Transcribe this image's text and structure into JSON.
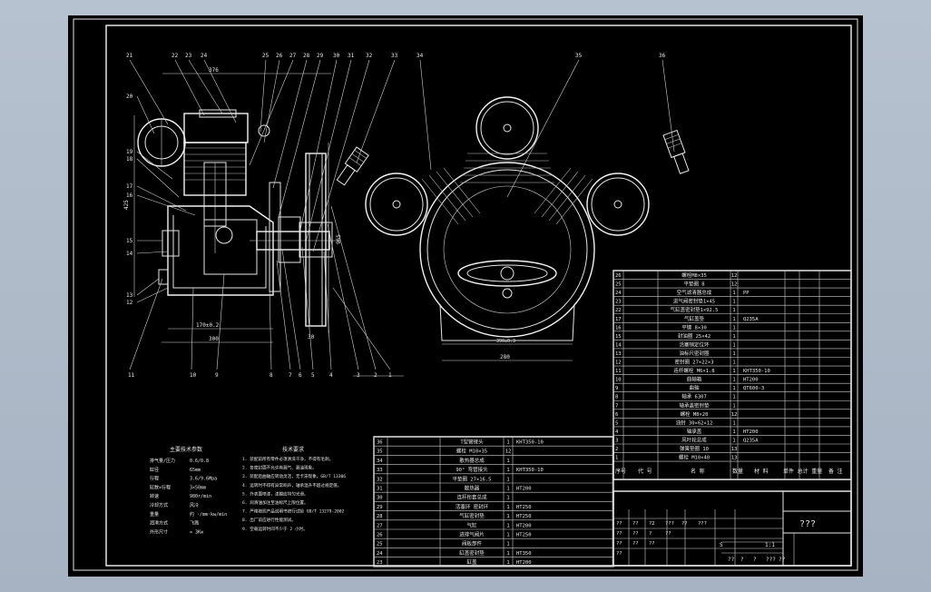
{
  "drawing": {
    "title_block_name": "???",
    "title_block_marks": [
      "??",
      "?",
      "?",
      "???",
      "??"
    ],
    "scale_marks": [
      "1:1",
      "S"
    ],
    "sign_rows": [
      [
        "??",
        "??",
        "?2",
        "???",
        "??",
        "???"
      ],
      [
        "??",
        "??",
        "?",
        "??"
      ],
      [
        "??",
        "??",
        "??"
      ],
      [
        "??"
      ]
    ]
  },
  "callouts": {
    "left_top": [
      "21",
      "22",
      "23",
      "24",
      "25",
      "26",
      "27",
      "28",
      "29",
      "30",
      "31",
      "32",
      "33",
      "34",
      "35",
      "36"
    ],
    "left_side": [
      "20",
      "19",
      "18",
      "17",
      "16",
      "15",
      "14",
      "13",
      "12"
    ],
    "bottom": [
      "11",
      "10",
      "9",
      "8",
      "7",
      "6",
      "5",
      "4",
      "3",
      "2",
      "1"
    ]
  },
  "dimensions": {
    "top_width": "376",
    "left_height": "425",
    "cyl_dia": "170±0.2",
    "base_width": "300",
    "right_height": "965",
    "shaft": "30",
    "front_bolt": "390±0.3",
    "front_width": "280"
  },
  "parts_right": [
    {
      "no": "26",
      "name": "螺栓M8×35",
      "qty": "12",
      "material": ""
    },
    {
      "no": "25",
      "name": "平垫圈 8",
      "qty": "12",
      "material": ""
    },
    {
      "no": "24",
      "name": "空气滤清器总成",
      "qty": "1",
      "material": "PP"
    },
    {
      "no": "23",
      "name": "进气阀密封垫1×45",
      "qty": "1",
      "material": ""
    },
    {
      "no": "22",
      "name": "气缸盖密封垫1×92.5",
      "qty": "1",
      "material": ""
    },
    {
      "no": "17",
      "name": "气缸盖垫",
      "qty": "1",
      "material": "Q235A"
    },
    {
      "no": "16",
      "name": "平键 8×30",
      "qty": "1",
      "material": ""
    },
    {
      "no": "15",
      "name": "封油圈 25×42",
      "qty": "1",
      "material": ""
    },
    {
      "no": "14",
      "name": "活塞销定位环",
      "qty": "1",
      "material": ""
    },
    {
      "no": "13",
      "name": "油标尺密封圈",
      "qty": "1",
      "material": ""
    },
    {
      "no": "12",
      "name": "密封圈 27×22×3",
      "qty": "1",
      "material": ""
    },
    {
      "no": "11",
      "name": "连杆螺栓 M6×1.8",
      "qty": "1",
      "material": "KHT350-10"
    },
    {
      "no": "10",
      "name": "曲轴箱",
      "qty": "1",
      "material": "HT200"
    },
    {
      "no": "9",
      "name": "曲轴",
      "qty": "1",
      "material": "QT600-3"
    },
    {
      "no": "8",
      "name": "轴承 6307",
      "qty": "1",
      "material": ""
    },
    {
      "no": "7",
      "name": "轴承盖密封垫",
      "qty": "1",
      "material": ""
    },
    {
      "no": "6",
      "name": "螺栓 M8×20",
      "qty": "12",
      "material": ""
    },
    {
      "no": "5",
      "name": "油封 30×62×12",
      "qty": "1",
      "material": ""
    },
    {
      "no": "4",
      "name": "轴承盖",
      "qty": "1",
      "material": "HT200"
    },
    {
      "no": "3",
      "name": "风叶轮总成",
      "qty": "1",
      "material": "Q235A"
    },
    {
      "no": "2",
      "name": "弹簧垫圈 10",
      "qty": "13",
      "material": ""
    },
    {
      "no": "1",
      "name": "螺栓 M10×40",
      "qty": "13",
      "material": ""
    }
  ],
  "parts_right_header": [
    "序号",
    "代  号",
    "名  称",
    "数量",
    "材  料",
    "单件 总计 重量",
    "备  注"
  ],
  "parts_left": [
    {
      "no": "36",
      "name": "T型管接头",
      "qty": "1",
      "material": "KHT350-10"
    },
    {
      "no": "35",
      "name": "螺栓 M10×35",
      "qty": "12",
      "material": ""
    },
    {
      "no": "34",
      "name": "散热器总成",
      "qty": "1",
      "material": ""
    },
    {
      "no": "33",
      "name": "90° 弯管接头",
      "qty": "1",
      "material": "KHT350-10"
    },
    {
      "no": "32",
      "name": "平垫圈 27×16.5",
      "qty": "1",
      "material": ""
    },
    {
      "no": "31",
      "name": "散热器",
      "qty": "1",
      "material": "HT200"
    },
    {
      "no": "30",
      "name": "连杆衔套总成",
      "qty": "1",
      "material": ""
    },
    {
      "no": "29",
      "name": "活塞环 密封环",
      "qty": "1",
      "material": "HT250"
    },
    {
      "no": "28",
      "name": "气缸密封垫",
      "qty": "1",
      "material": "HT250"
    },
    {
      "no": "27",
      "name": "气缸",
      "qty": "1",
      "material": "HT200"
    },
    {
      "no": "26",
      "name": "进排气阀片",
      "qty": "1",
      "material": "HT250"
    },
    {
      "no": "25",
      "name": "阀板部件",
      "qty": "1",
      "material": ""
    },
    {
      "no": "24",
      "name": "缸盖密封垫",
      "qty": "1",
      "material": "HT350"
    },
    {
      "no": "23",
      "name": "缸盖",
      "qty": "1",
      "material": "HT200"
    }
  ],
  "notes_title": "技术要求",
  "spec_title": "主要技术参数",
  "spec_rows": [
    [
      "排气量/压力",
      "0.6/0.8"
    ],
    [
      "缸径",
      "65mm"
    ],
    [
      "行程",
      "3.6/9.6Mpa"
    ],
    [
      "缸数×行程",
      "3×50mm"
    ],
    [
      "转速",
      "980r/min"
    ],
    [
      "冷却方式",
      "风冷"
    ],
    [
      "重量",
      "约 ·/mm·kw/min"
    ],
    [
      "润滑方式",
      "飞溅"
    ],
    [
      "外形尺寸",
      "≈ 3Kw"
    ]
  ],
  "notes": [
    "1. 装配前所有零件必须清洗干净，不得有毛刺。",
    "2. 各密封面不允许有漏气、漏油现象。",
    "3. 装配后曲轴应转动灵活，无卡滞现象。GB/T 13306",
    "4. 运转时不得有异常响声，轴承温升不超过规定值。",
    "5. 外表面喷漆，漆膜应均匀光滑。",
    "6. 润滑油加注至油标尺上限位置。",
    "7. 严格按照产品说明书进行试验 GB/T 13279-2002",
    "8. 出厂前应进行性能测试。",
    "9. 空载运转时间不少于 2 小时。"
  ]
}
